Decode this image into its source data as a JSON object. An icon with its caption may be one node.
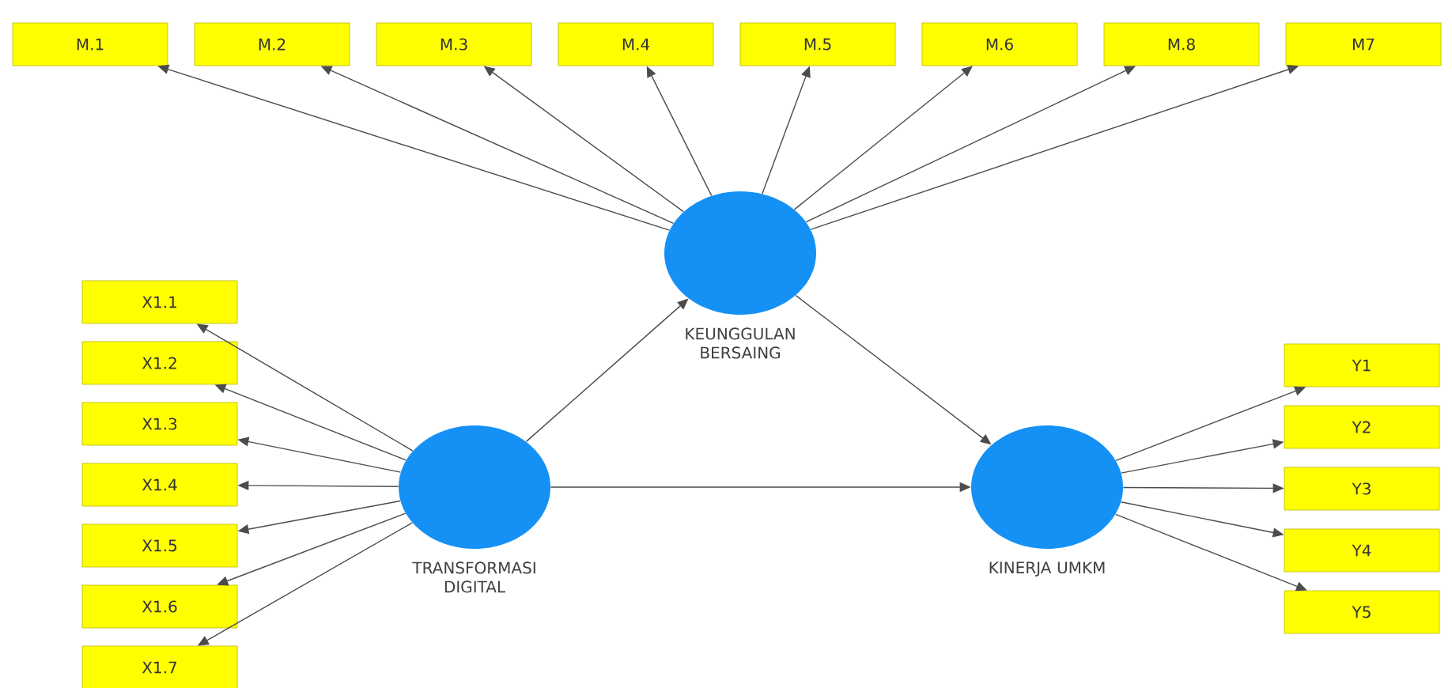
{
  "diagram": {
    "nodes": [
      {
        "text": [
          "M.1"
        ]
      },
      {
        "text": [
          "M.2"
        ]
      },
      {
        "text": [
          "M.3"
        ]
      },
      {
        "text": [
          "M.4"
        ]
      },
      {
        "text": [
          "M.5"
        ]
      },
      {
        "text": [
          "M.6"
        ]
      },
      {
        "text": [
          "M.8"
        ]
      },
      {
        "text": [
          "M7"
        ]
      },
      {
        "text": [
          "KEUNGGULAN BERSAING"
        ]
      },
      {
        "text": [
          "X1.1"
        ]
      },
      {
        "text": [
          "X1.2"
        ]
      },
      {
        "text": [
          "X1.3"
        ]
      },
      {
        "text": [
          "X1.4"
        ]
      },
      {
        "text": [
          "X1.5"
        ]
      },
      {
        "text": [
          "X1.6"
        ]
      },
      {
        "text": [
          "X1.7"
        ]
      },
      {
        "text": [
          "TRANSFORMASI DIGITAL"
        ]
      },
      {
        "text": [
          "KINERJA UMKM"
        ]
      },
      {
        "text": [
          "Y1"
        ]
      },
      {
        "text": [
          "Y2"
        ]
      },
      {
        "text": [
          "Y3"
        ]
      },
      {
        "text": [
          "Y4"
        ]
      },
      {
        "text": [
          "Y5"
        ]
      }
    ],
    "edges": [
      {
        "from": 8,
        "to": 0,
        "arrow": "to"
      },
      {
        "from": 8,
        "to": 1,
        "arrow": "to"
      },
      {
        "from": 8,
        "to": 2,
        "arrow": "to"
      },
      {
        "from": 8,
        "to": 3,
        "arrow": "to"
      },
      {
        "from": 8,
        "to": 4,
        "arrow": "to"
      },
      {
        "from": 8,
        "to": 5,
        "arrow": "to"
      },
      {
        "from": 8,
        "to": 6,
        "arrow": "to"
      },
      {
        "from": 8,
        "to": 7,
        "arrow": "to"
      },
      {
        "from": 16,
        "to": 8,
        "arrow": "to"
      },
      {
        "from": 8,
        "to": 17,
        "arrow": "to"
      },
      {
        "from": 16,
        "to": 17,
        "arrow": "to"
      },
      {
        "from": 16,
        "to": 9,
        "arrow": "to"
      },
      {
        "from": 16,
        "to": 10,
        "arrow": "to"
      },
      {
        "from": 16,
        "to": 11,
        "arrow": "to"
      },
      {
        "from": 16,
        "to": 12,
        "arrow": "to"
      },
      {
        "from": 16,
        "to": 13,
        "arrow": "to"
      },
      {
        "from": 16,
        "to": 14,
        "arrow": "to"
      },
      {
        "from": 16,
        "to": 15,
        "arrow": "to"
      },
      {
        "from": 17,
        "to": 18,
        "arrow": "to"
      },
      {
        "from": 17,
        "to": 19,
        "arrow": "to"
      },
      {
        "from": 17,
        "to": 20,
        "arrow": "to"
      },
      {
        "from": 17,
        "to": 21,
        "arrow": "to"
      },
      {
        "from": 17,
        "to": 22,
        "arrow": "to"
      }
    ]
  }
}
